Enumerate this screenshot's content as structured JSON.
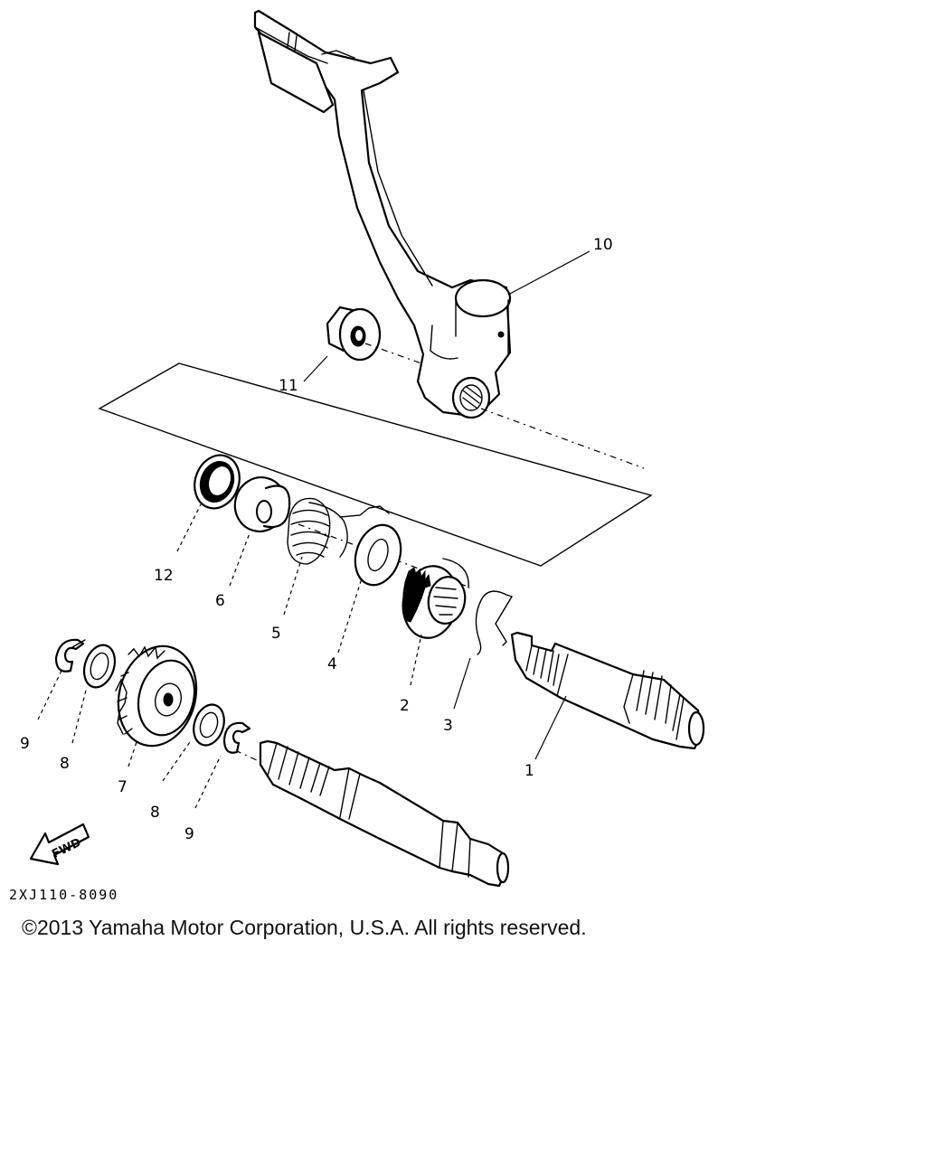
{
  "diagram": {
    "callouts": {
      "c1": "1",
      "c2": "2",
      "c3": "3",
      "c4": "4",
      "c5": "5",
      "c6": "6",
      "c7": "7",
      "c8a": "8",
      "c8b": "8",
      "c9a": "9",
      "c9b": "9",
      "c10": "10",
      "c11": "11",
      "c12": "12"
    },
    "fwd_arrow_text": "FWD",
    "drawing_code": "2XJ110-8090"
  },
  "footer": {
    "copyright": "©2013 Yamaha Motor Corporation, U.S.A. All rights reserved."
  },
  "colors": {
    "ink": "#000000",
    "paper": "#ffffff"
  },
  "icons": {
    "direction_arrow": "fwd-arrow-icon"
  }
}
